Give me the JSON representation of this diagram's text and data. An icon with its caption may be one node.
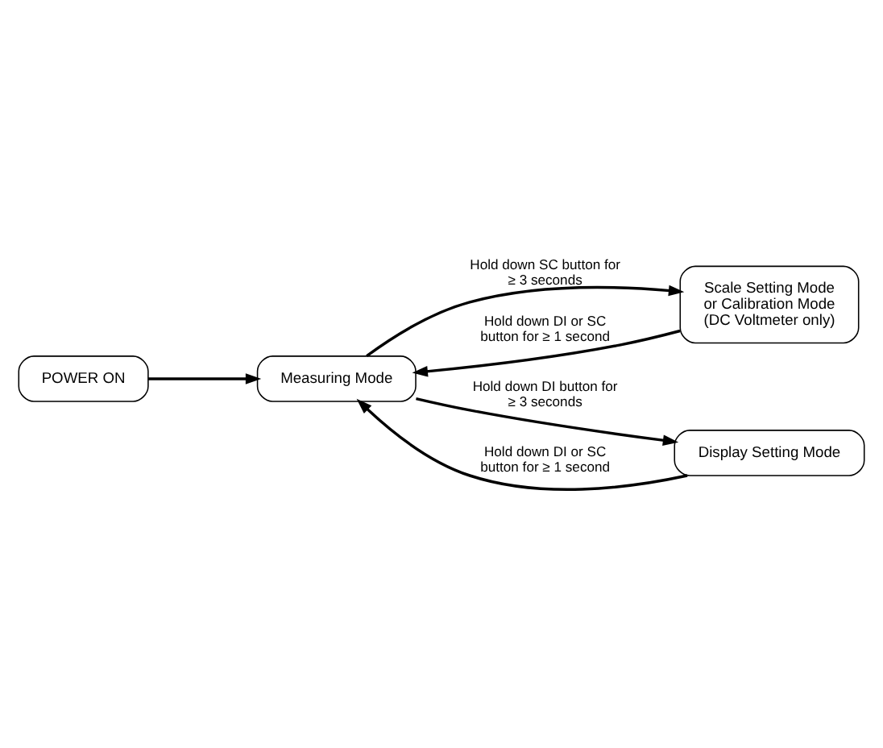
{
  "diagram": {
    "nodes": [
      {
        "text": [
          "POWER ON"
        ]
      },
      {
        "text": [
          "Measuring Mode"
        ]
      },
      {
        "text": [
          "Scale Setting Mode or Calibration Mode (DC Voltmeter only)"
        ]
      },
      {
        "text": [
          "Display Setting Mode"
        ]
      }
    ],
    "edges": [
      {
        "from": 0,
        "to": 1,
        "arrow": "to"
      },
      {
        "from": 1,
        "to": 2,
        "arrow": "to",
        "label": "Hold down SC button for ≥ 3 seconds"
      },
      {
        "from": 2,
        "to": 1,
        "arrow": "to",
        "label": "Hold down DI or SC button for ≥ 1 second"
      },
      {
        "from": 1,
        "to": 3,
        "arrow": "to",
        "label": "Hold down DI button for ≥ 3 seconds"
      },
      {
        "from": 3,
        "to": 1,
        "arrow": "to",
        "label": "Hold down DI or SC button for ≥ 1 second"
      }
    ]
  }
}
